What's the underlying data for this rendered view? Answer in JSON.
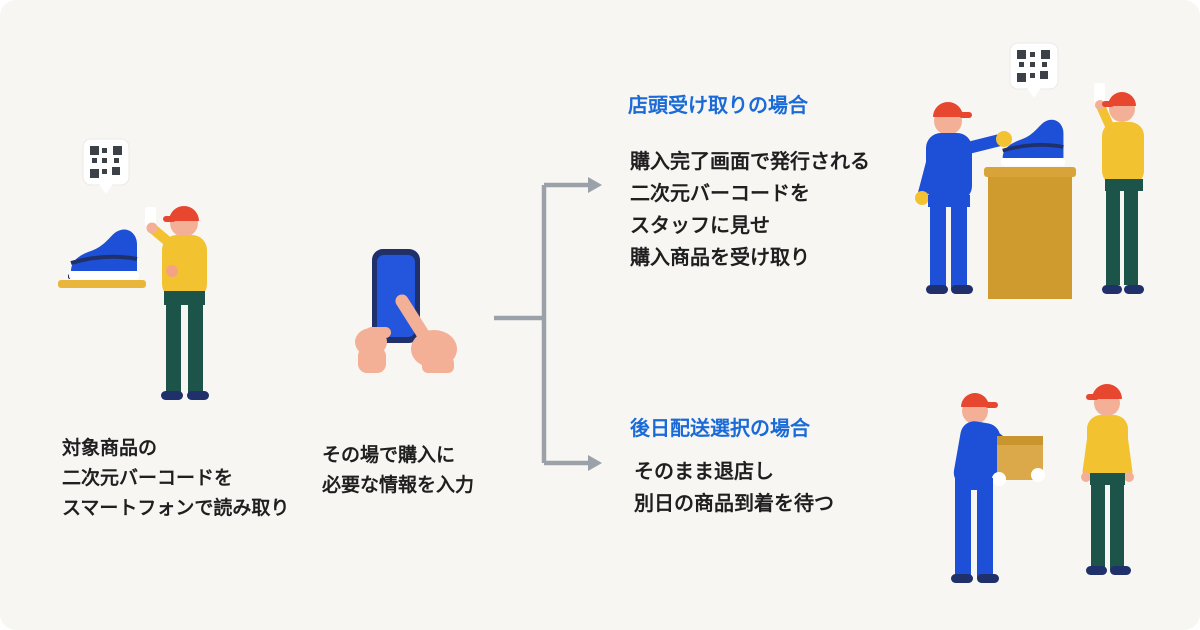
{
  "steps": {
    "scan": {
      "lines": [
        "対象商品の",
        "二次元バーコードを",
        "スマートフォンで読み取り"
      ]
    },
    "input": {
      "lines": [
        "その場で購入に",
        "必要な情報を入力"
      ]
    }
  },
  "outcomes": {
    "pickup": {
      "heading": "店頭受け取りの場合",
      "lines": [
        "購入完了画面で発行される",
        "二次元バーコードを",
        "スタッフに見せ",
        "購入商品を受け取り"
      ]
    },
    "delivery": {
      "heading": "後日配送選択の場合",
      "lines": [
        "そのまま退店し",
        "別日の商品到着を待つ"
      ]
    }
  },
  "icons": {
    "qr_bubble": "qr-code-icon",
    "smartphone": "smartphone-icon",
    "sneaker": "sneaker-icon",
    "package": "package-box-icon",
    "branch_arrow": "branch-arrow-icon"
  },
  "colors": {
    "background": "#f7f6f3",
    "heading_blue": "#1a6bd8",
    "text": "#1f1f1f",
    "primary_blue": "#1d4fd7",
    "navy": "#20306b",
    "yellow": "#f2c230",
    "counter_gold": "#cf9a2e",
    "box_tan": "#dba84a",
    "pants_green": "#1d544a",
    "hat_red": "#e8472f",
    "skin": "#f4b096",
    "arrow_gray": "#9aa1a8"
  }
}
